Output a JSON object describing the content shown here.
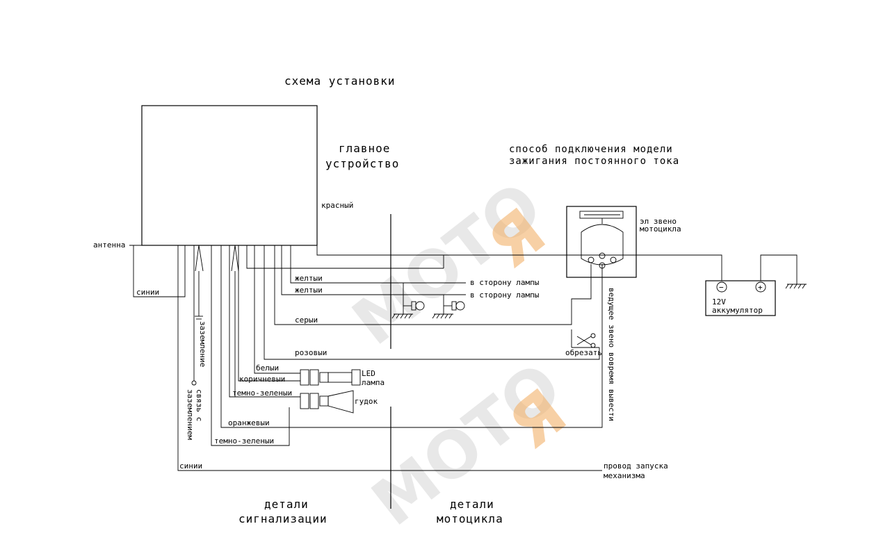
{
  "title": "схема установки",
  "main_unit": {
    "line1": "главное",
    "line2": "устройство"
  },
  "connection_method": {
    "line1": "способ подключения модели",
    "line2": "зажигания постоянного тока"
  },
  "moto_part": {
    "line1": "эл звено",
    "line2": "мотоцикла"
  },
  "battery": {
    "voltage": "12V",
    "label": "аккумулятор",
    "minus": "−",
    "plus": "+"
  },
  "wires": {
    "red": "красный",
    "antenna": "антенна",
    "blue_left": "синии",
    "yellow1": "желтыи",
    "yellow2": "желтыи",
    "gray": "серыи",
    "pink": "розовыи",
    "white": "белыи",
    "brown": "коричневыи",
    "dark_green1": "темно-зеленыи",
    "orange": "оранжевыи",
    "dark_green2": "темно-зеленыи",
    "blue_bottom": "синии"
  },
  "to_lamp1": "в сторону лампы",
  "to_lamp2": "в сторону лампы",
  "ground": "заземление",
  "ground_link": {
    "line1": "связь с",
    "line2": "заземлением"
  },
  "cut": "обрезать",
  "led": {
    "line1": "LED",
    "line2": "лампа"
  },
  "horn": "гудок",
  "output_lead": "ведущее звено вовремя вывести",
  "starter_wire": {
    "line1": "провод запуска",
    "line2": "механизма"
  },
  "alarm_parts": {
    "line1": "детали",
    "line2": "сигнализации"
  },
  "moto_parts": {
    "line1": "детали",
    "line2": "мотоцикла"
  },
  "watermark": {
    "word": "МОТО",
    "letter": "Я"
  }
}
